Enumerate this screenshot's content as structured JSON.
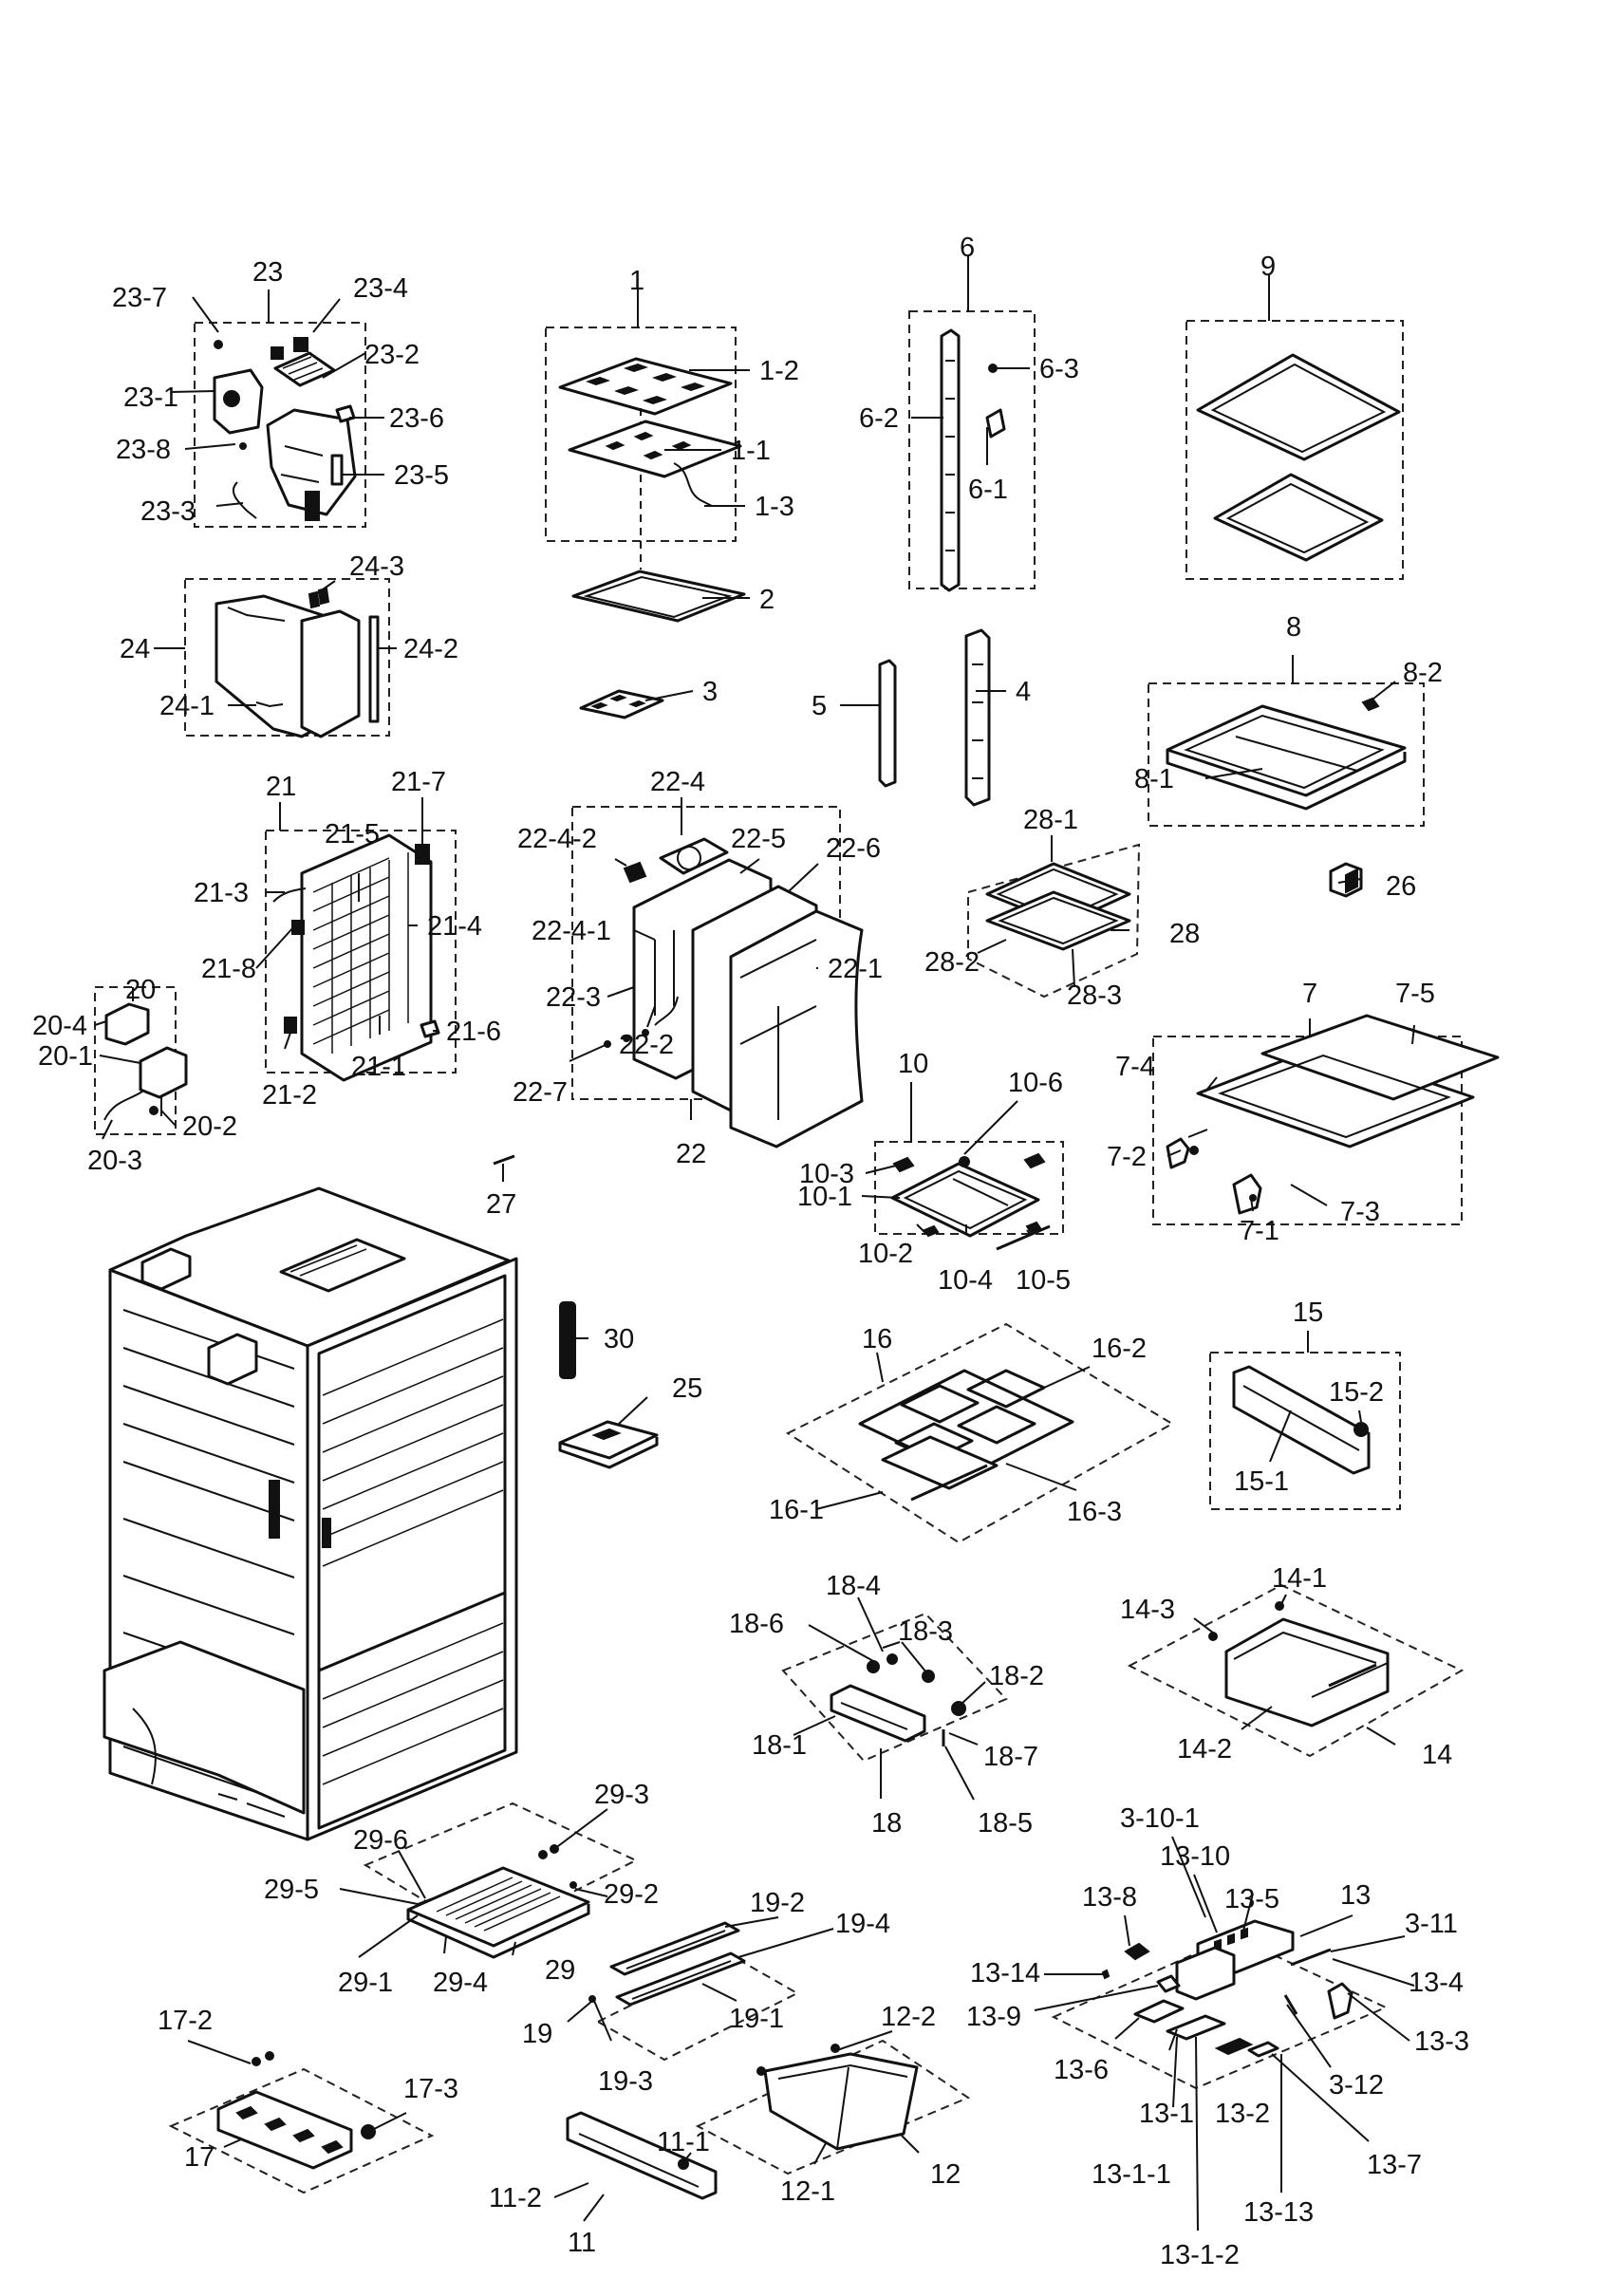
{
  "labels": [
    {
      "id": "23-7",
      "text": "23-7"
    },
    {
      "id": "23",
      "text": "23"
    },
    {
      "id": "23-4",
      "text": "23-4"
    },
    {
      "id": "23-2",
      "text": "23-2"
    },
    {
      "id": "23-1",
      "text": "23-1"
    },
    {
      "id": "23-6",
      "text": "23-6"
    },
    {
      "id": "23-8",
      "text": "23-8"
    },
    {
      "id": "23-5",
      "text": "23-5"
    },
    {
      "id": "23-3",
      "text": "23-3"
    },
    {
      "id": "1",
      "text": "1"
    },
    {
      "id": "1-2",
      "text": "1-2"
    },
    {
      "id": "1-1",
      "text": "1-1"
    },
    {
      "id": "1-3",
      "text": "1-3"
    },
    {
      "id": "2",
      "text": "2"
    },
    {
      "id": "3",
      "text": "3"
    },
    {
      "id": "6",
      "text": "6"
    },
    {
      "id": "6-3",
      "text": "6-3"
    },
    {
      "id": "6-2",
      "text": "6-2"
    },
    {
      "id": "6-1",
      "text": "6-1"
    },
    {
      "id": "9",
      "text": "9"
    },
    {
      "id": "5",
      "text": "5"
    },
    {
      "id": "4",
      "text": "4"
    },
    {
      "id": "24-3",
      "text": "24-3"
    },
    {
      "id": "24",
      "text": "24"
    },
    {
      "id": "24-2",
      "text": "24-2"
    },
    {
      "id": "24-1",
      "text": "24-1"
    },
    {
      "id": "8",
      "text": "8"
    },
    {
      "id": "8-2",
      "text": "8-2"
    },
    {
      "id": "8-1",
      "text": "8-1"
    },
    {
      "id": "21",
      "text": "21"
    },
    {
      "id": "21-7",
      "text": "21-7"
    },
    {
      "id": "21-5",
      "text": "21-5"
    },
    {
      "id": "21-3",
      "text": "21-3"
    },
    {
      "id": "21-4",
      "text": "21-4"
    },
    {
      "id": "21-8",
      "text": "21-8"
    },
    {
      "id": "21-6",
      "text": "21-6"
    },
    {
      "id": "21-2",
      "text": "21-2"
    },
    {
      "id": "21-1",
      "text": "21-1"
    },
    {
      "id": "22-4",
      "text": "22-4"
    },
    {
      "id": "22-4-2",
      "text": "22-4-2"
    },
    {
      "id": "22-5",
      "text": "22-5"
    },
    {
      "id": "22-6",
      "text": "22-6"
    },
    {
      "id": "22-4-1",
      "text": "22-4-1"
    },
    {
      "id": "22-3",
      "text": "22-3"
    },
    {
      "id": "22-1",
      "text": "22-1"
    },
    {
      "id": "22-2",
      "text": "22-2"
    },
    {
      "id": "22-7",
      "text": "22-7"
    },
    {
      "id": "22",
      "text": "22"
    },
    {
      "id": "28-1",
      "text": "28-1"
    },
    {
      "id": "26",
      "text": "26"
    },
    {
      "id": "28",
      "text": "28"
    },
    {
      "id": "28-2",
      "text": "28-2"
    },
    {
      "id": "28-3",
      "text": "28-3"
    },
    {
      "id": "20",
      "text": "20"
    },
    {
      "id": "20-4",
      "text": "20-4"
    },
    {
      "id": "20-1",
      "text": "20-1"
    },
    {
      "id": "20-2",
      "text": "20-2"
    },
    {
      "id": "20-3",
      "text": "20-3"
    },
    {
      "id": "7",
      "text": "7"
    },
    {
      "id": "7-5",
      "text": "7-5"
    },
    {
      "id": "7-4",
      "text": "7-4"
    },
    {
      "id": "7-2",
      "text": "7-2"
    },
    {
      "id": "7-3",
      "text": "7-3"
    },
    {
      "id": "7-1",
      "text": "7-1"
    },
    {
      "id": "10",
      "text": "10"
    },
    {
      "id": "10-6",
      "text": "10-6"
    },
    {
      "id": "10-3",
      "text": "10-3"
    },
    {
      "id": "10-1",
      "text": "10-1"
    },
    {
      "id": "10-2",
      "text": "10-2"
    },
    {
      "id": "10-4",
      "text": "10-4"
    },
    {
      "id": "10-5",
      "text": "10-5"
    },
    {
      "id": "27",
      "text": "27"
    },
    {
      "id": "30",
      "text": "30"
    },
    {
      "id": "25",
      "text": "25"
    },
    {
      "id": "15",
      "text": "15"
    },
    {
      "id": "15-2",
      "text": "15-2"
    },
    {
      "id": "15-1",
      "text": "15-1"
    },
    {
      "id": "16",
      "text": "16"
    },
    {
      "id": "16-2",
      "text": "16-2"
    },
    {
      "id": "16-1",
      "text": "16-1"
    },
    {
      "id": "16-3",
      "text": "16-3"
    },
    {
      "id": "14-1",
      "text": "14-1"
    },
    {
      "id": "14-3",
      "text": "14-3"
    },
    {
      "id": "14-2",
      "text": "14-2"
    },
    {
      "id": "14",
      "text": "14"
    },
    {
      "id": "18-4",
      "text": "18-4"
    },
    {
      "id": "18-6",
      "text": "18-6"
    },
    {
      "id": "18-3",
      "text": "18-3"
    },
    {
      "id": "18-2",
      "text": "18-2"
    },
    {
      "id": "18-1",
      "text": "18-1"
    },
    {
      "id": "18-7",
      "text": "18-7"
    },
    {
      "id": "18",
      "text": "18"
    },
    {
      "id": "18-5",
      "text": "18-5"
    },
    {
      "id": "29-3",
      "text": "29-3"
    },
    {
      "id": "29-6",
      "text": "29-6"
    },
    {
      "id": "29-5",
      "text": "29-5"
    },
    {
      "id": "29-2",
      "text": "29-2"
    },
    {
      "id": "29",
      "text": "29"
    },
    {
      "id": "29-1",
      "text": "29-1"
    },
    {
      "id": "29-4",
      "text": "29-4"
    },
    {
      "id": "3-10-1",
      "text": "3-10-1"
    },
    {
      "id": "13-10",
      "text": "13-10"
    },
    {
      "id": "13-8",
      "text": "13-8"
    },
    {
      "id": "13-5",
      "text": "13-5"
    },
    {
      "id": "13",
      "text": "13"
    },
    {
      "id": "3-11",
      "text": "3-11"
    },
    {
      "id": "13-14",
      "text": "13-14"
    },
    {
      "id": "13-4",
      "text": "13-4"
    },
    {
      "id": "13-9",
      "text": "13-9"
    },
    {
      "id": "13-3",
      "text": "13-3"
    },
    {
      "id": "13-6",
      "text": "13-6"
    },
    {
      "id": "3-12",
      "text": "3-12"
    },
    {
      "id": "13-1",
      "text": "13-1"
    },
    {
      "id": "13-2",
      "text": "13-2"
    },
    {
      "id": "13-7",
      "text": "13-7"
    },
    {
      "id": "13-1-1",
      "text": "13-1-1"
    },
    {
      "id": "13-13",
      "text": "13-13"
    },
    {
      "id": "13-1-2",
      "text": "13-1-2"
    },
    {
      "id": "19-2",
      "text": "19-2"
    },
    {
      "id": "19-4",
      "text": "19-4"
    },
    {
      "id": "19",
      "text": "19"
    },
    {
      "id": "19-1",
      "text": "19-1"
    },
    {
      "id": "19-3",
      "text": "19-3"
    },
    {
      "id": "12-2",
      "text": "12-2"
    },
    {
      "id": "12",
      "text": "12"
    },
    {
      "id": "12-1",
      "text": "12-1"
    },
    {
      "id": "17-2",
      "text": "17-2"
    },
    {
      "id": "17-3",
      "text": "17-3"
    },
    {
      "id": "17",
      "text": "17"
    },
    {
      "id": "11-1",
      "text": "11-1"
    },
    {
      "id": "11-2",
      "text": "11-2"
    },
    {
      "id": "11",
      "text": "11"
    }
  ]
}
